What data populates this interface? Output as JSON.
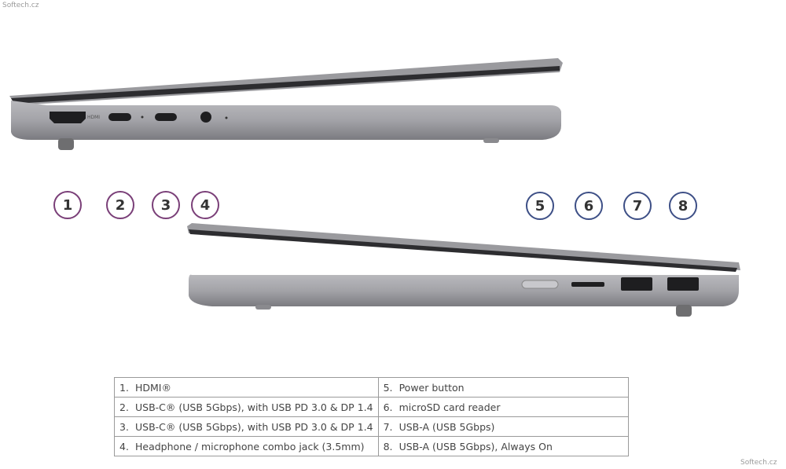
{
  "watermark": "Softech.cz",
  "callouts": [
    "1",
    "2",
    "3",
    "4",
    "5",
    "6",
    "7",
    "8"
  ],
  "ports": [
    {
      "num": "1.",
      "label": "HDMI®"
    },
    {
      "num": "2.",
      "label": "USB-C® (USB 5Gbps), with USB PD 3.0 & DP 1.4"
    },
    {
      "num": "3.",
      "label": "USB-C® (USB 5Gbps), with USB PD 3.0 & DP 1.4"
    },
    {
      "num": "4.",
      "label": "Headphone / microphone combo jack (3.5mm)"
    },
    {
      "num": "5.",
      "label": "Power button"
    },
    {
      "num": "6.",
      "label": "microSD card reader"
    },
    {
      "num": "7.",
      "label": "USB-A (USB 5Gbps)"
    },
    {
      "num": "8.",
      "label": "USB-A (USB 5Gbps), Always On"
    }
  ],
  "port_marking": "HDMI"
}
